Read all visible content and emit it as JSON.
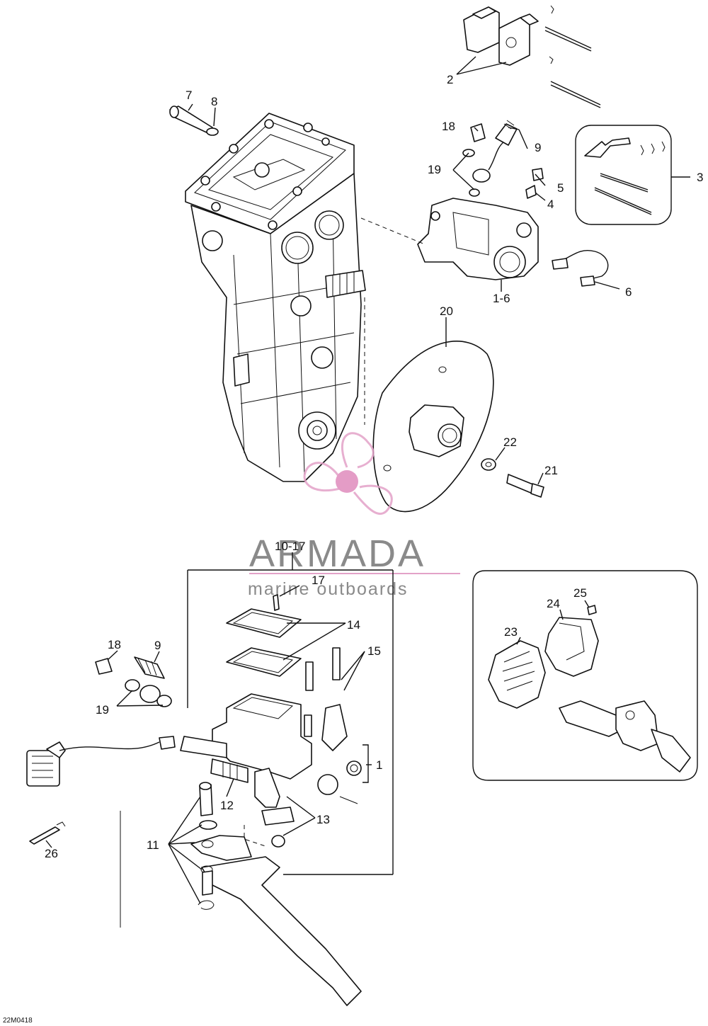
{
  "diagram_code": "22M0418",
  "watermark": {
    "brand": "ARMADA",
    "tagline": "marine outboards",
    "logo_color": "#e3a2c8",
    "logo_center_color": "#e08bbd",
    "text_color": "#8a8a8a"
  },
  "callouts": {
    "c1": "1",
    "c2": "2",
    "c3": "3",
    "c4": "4",
    "c5": "5",
    "c6": "6",
    "c1_6": "1-6",
    "c7": "7",
    "c8": "8",
    "c9a": "9",
    "c9b": "9",
    "c10_17": "10-17",
    "c11": "11",
    "c12": "12",
    "c13": "13",
    "c14": "14",
    "c15": "15",
    "c17": "17",
    "c18a": "18",
    "c18b": "18",
    "c19a": "19",
    "c19b": "19",
    "c20": "20",
    "c21": "21",
    "c22": "22",
    "c23": "23",
    "c24": "24",
    "c25": "25",
    "c26": "26"
  }
}
